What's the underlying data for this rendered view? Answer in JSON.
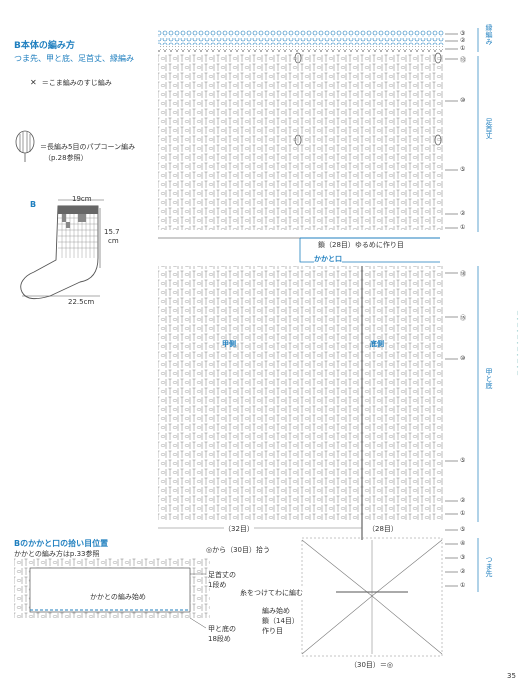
{
  "header": {
    "title": "B本体の編み方",
    "subtitle": "つま先、甲と底、足首丈、縁編み"
  },
  "legend": {
    "x_symbol": "✕",
    "x_text": "＝こま編みのすじ編み",
    "popcorn_text": "＝長編み5目のパプコーン編み",
    "popcorn_ref": "（p.28参照）"
  },
  "sock": {
    "label": "B",
    "cuff_width": "19cm",
    "height": "15.7",
    "height_unit": "cm",
    "foot_length": "22.5cm"
  },
  "chart": {
    "instep": "甲側",
    "sole": "底側",
    "heel_opening": "かかと口",
    "chain_note": "鎖（28目）ゆるめに作り目",
    "count_left": "（32目）",
    "count_right": "（28目）",
    "toe_start": "◎から（30目）拾う",
    "ring_note": "糸をつけてわに編む",
    "cast_on": [
      "編み始め",
      "鎖（14目）",
      "作り目"
    ],
    "bottom_count": "（30目）＝◎"
  },
  "right_labels": {
    "edging": "縁編み",
    "ankle": "足首丈",
    "instep_sole": "甲と底",
    "toe": "つま先"
  },
  "row_numbers": {
    "edging": [
      "③",
      "②",
      "①"
    ],
    "ankle": [
      "⑬",
      "⑩",
      "⑤",
      "②",
      "①"
    ],
    "instep_sole": [
      "⑱",
      "⑮",
      "⑩",
      "⑤",
      "②",
      "①"
    ],
    "toe": [
      "⑤",
      "④",
      "③",
      "②",
      "①"
    ]
  },
  "heel_section": {
    "title": "Bのかかと口の拾い目位置",
    "note": "かかとの編み方はp.33参照",
    "heel_start": "かかとの編み始め",
    "ankle_row": [
      "足首丈の",
      "1段め"
    ],
    "instep_row": [
      "甲と底の",
      "18段め"
    ]
  },
  "side_text": "－・－・－・－・－・－",
  "page_number": "35",
  "colors": {
    "accent": "#1f7fbf",
    "pink": "#e0508a",
    "line": "#555555"
  }
}
